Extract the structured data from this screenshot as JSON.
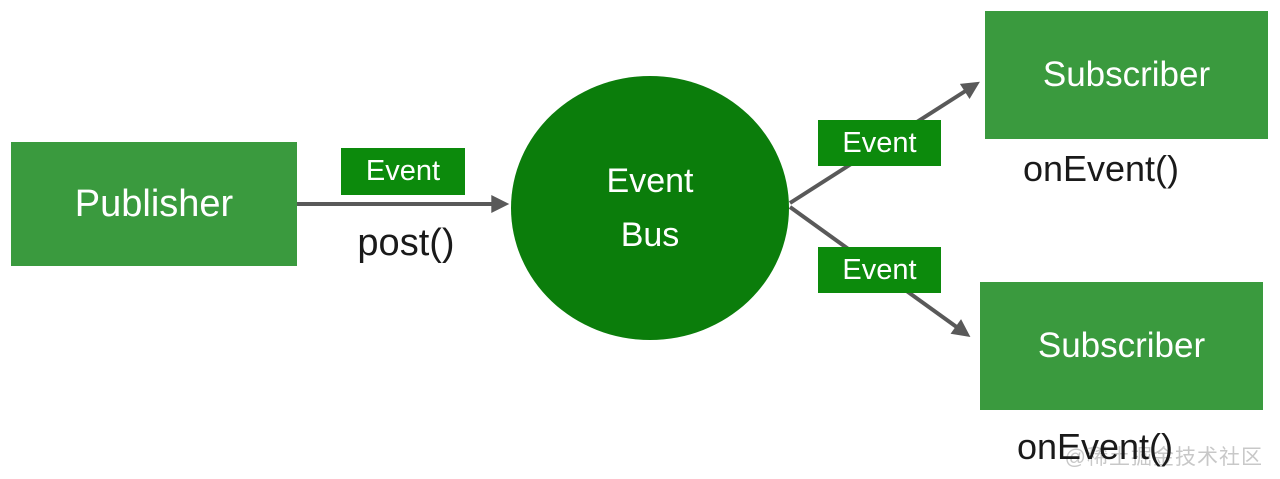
{
  "diagram": {
    "title_semantic": "event-bus-pattern-diagram",
    "publisher": {
      "label": "Publisher",
      "method": "post()"
    },
    "bus": {
      "line1": "Event",
      "line2": "Bus"
    },
    "edges": {
      "publisher_to_bus_label": "Event",
      "bus_to_subscriber1_label": "Event",
      "bus_to_subscriber2_label": "Event"
    },
    "subscribers": [
      {
        "label": "Subscriber",
        "method": "onEvent()"
      },
      {
        "label": "Subscriber",
        "method": "onEvent()"
      }
    ],
    "watermark": "@稀土掘金技术社区",
    "colors": {
      "node_green": "#3A9A3E",
      "bus_green": "#0B7D0B",
      "event_label_green": "#0C8A0C",
      "arrow_gray": "#595959",
      "method_text_color": "#1A1A1A",
      "watermark_gray": "#C8C8C8"
    }
  }
}
